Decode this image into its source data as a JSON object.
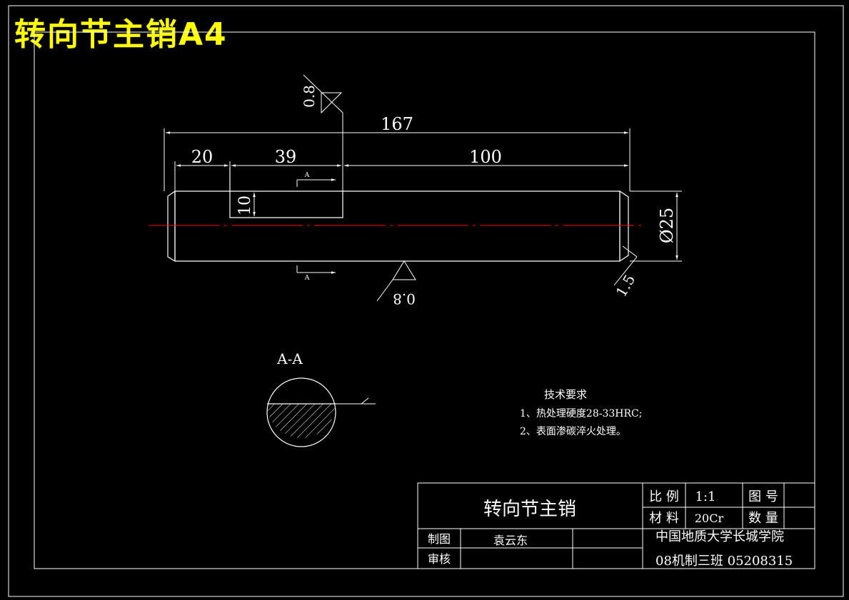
{
  "banner_title": "转向节主销A4",
  "colors": {
    "background": "#000000",
    "lines": "#ffffff",
    "centerline": "#ff0000",
    "banner": "#ffff00"
  },
  "dimensions": {
    "overall_length": "167",
    "seg_left": "20",
    "seg_mid": "39",
    "seg_right": "100",
    "flat_depth": "10",
    "diameter": "Ø25",
    "chamfer": "1.5",
    "roughness_top": "0.8",
    "roughness_bottom": "0.8",
    "section_mark": "A"
  },
  "section": {
    "label": "A-A"
  },
  "tech_requirements": {
    "heading": "技术要求",
    "items": [
      "1、热处理硬度28-33HRC;",
      "2、表面渗碳淬火处理。"
    ]
  },
  "title_block": {
    "part_name": "转向节主销",
    "scale_label": "比 例",
    "scale_value": "1:1",
    "drawing_no_label": "图 号",
    "material_label": "材 料",
    "material_value": "20Cr",
    "quantity_label": "数 量",
    "drawn_label": "制图",
    "drawn_value": "袁云东",
    "check_label": "审核",
    "school": "中国地质大学长城学院",
    "class_info": "08机制三班 05208315"
  }
}
